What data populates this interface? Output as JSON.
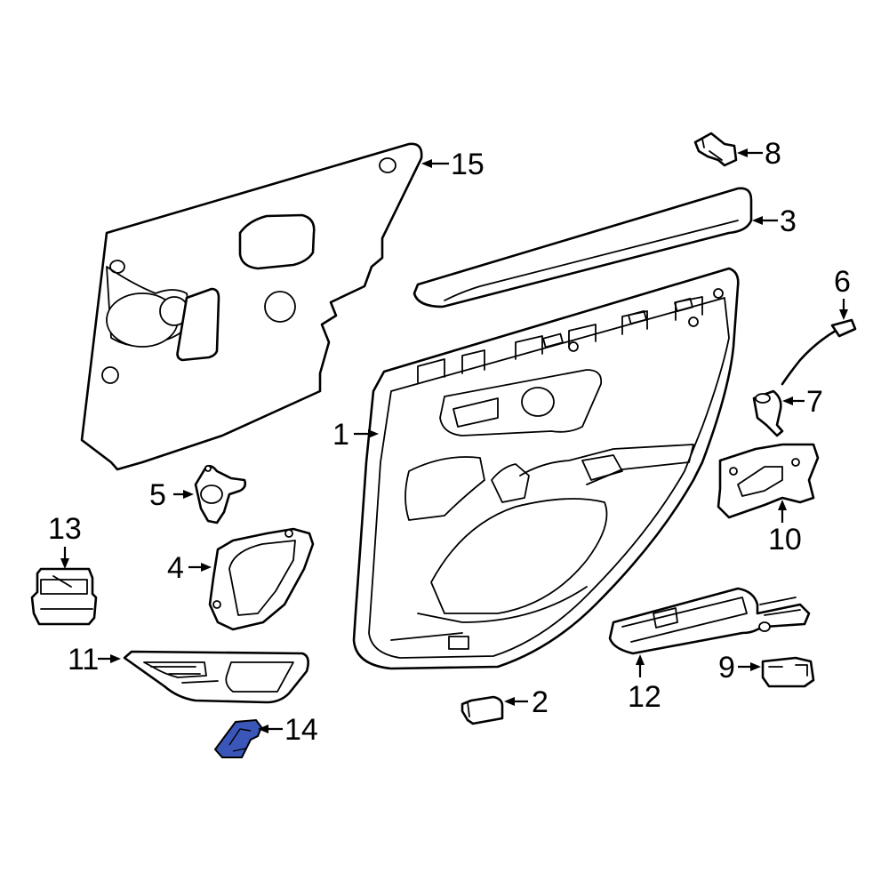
{
  "colors": {
    "line": "#000000",
    "background": "#ffffff",
    "highlight": "#3a56b8"
  },
  "callouts": {
    "c1": "1",
    "c2": "2",
    "c3": "3",
    "c4": "4",
    "c5": "5",
    "c6": "6",
    "c7": "7",
    "c8": "8",
    "c9": "9",
    "c10": "10",
    "c11": "11",
    "c12": "12",
    "c13": "13",
    "c14": "14",
    "c15": "15"
  },
  "highlighted_part": "14"
}
